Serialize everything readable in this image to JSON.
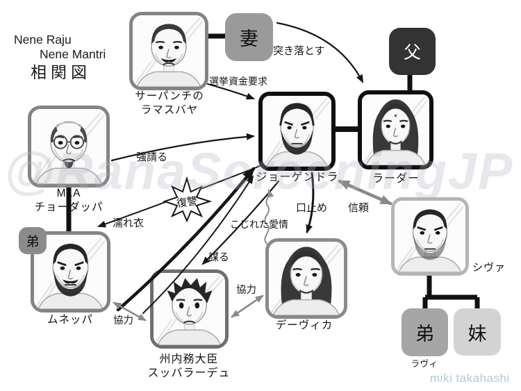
{
  "title": {
    "line1": "Nene Raju",
    "line2": "Nene Mantri",
    "line3": "相関図"
  },
  "watermark": "@RanaScreeningJP",
  "credit": "miki takahashi",
  "characters": {
    "sarpanch": {
      "name1": "サーパンチの",
      "name2": "ラマスバヤ"
    },
    "mla": {
      "name1": "MLA",
      "name2": "チョーダッパ"
    },
    "jogendra": {
      "name": "ジョーゲンドラ"
    },
    "radha": {
      "name": "ラーダー"
    },
    "muneppa": {
      "name": "ムネッパ",
      "badge": "弟"
    },
    "subbaraidu": {
      "name1": "州内務大臣",
      "name2": "スッバラーデュ"
    },
    "devika": {
      "name": "デーヴィカ"
    },
    "shiva": {
      "name": "シヴァ"
    },
    "ravi": {
      "label": "ラヴィ"
    }
  },
  "family": {
    "wife": "妻",
    "father": "父",
    "brother": "弟",
    "sister": "妹"
  },
  "relations": {
    "push": "突き落とす",
    "funds": "選挙資金要求",
    "extort": "強請る",
    "frame": "濡れ衣",
    "revenge": "復讐",
    "plot": "謀る",
    "hush": "口止め",
    "love": "こじれた愛情",
    "trust": "信頼",
    "coop1": "協力",
    "coop2": "協力"
  },
  "colors": {
    "father_box": "#333333",
    "wife_box": "#9a9a9a",
    "brother_badge": "#8b8b8b",
    "brother_box": "#a6a6a6",
    "sister_box": "#d3d3d3",
    "relation_gray": "#8a8a8a",
    "arrow_black": "#161616",
    "credit": "#b0c8d6",
    "watermark": "#b4b4c2"
  }
}
